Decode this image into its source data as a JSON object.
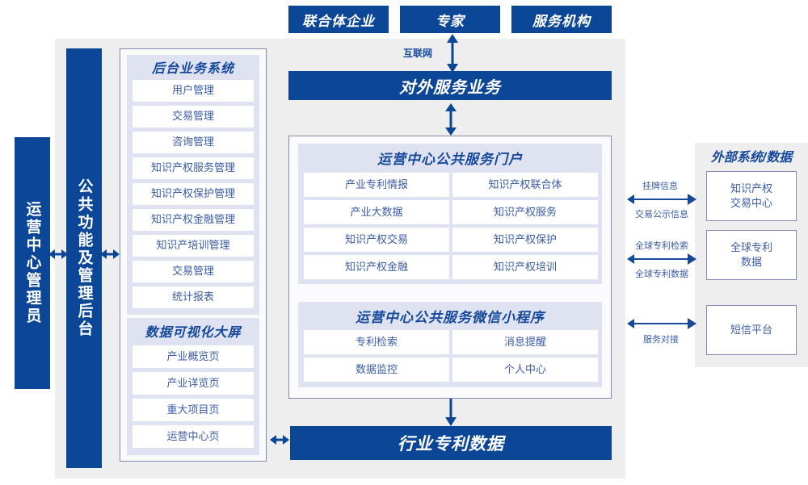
{
  "top_actors": [
    {
      "label": "联合体企业"
    },
    {
      "label": "专家"
    },
    {
      "label": "服务机构"
    }
  ],
  "internet_label": "互联网",
  "external_service_bar": "对外服务业务",
  "industry_data_bar": "行业专利数据",
  "left_bars": [
    {
      "label": "运营中心管理员"
    },
    {
      "label": "公共功能及管理后台"
    }
  ],
  "backend_system": {
    "title": "后台业务系统",
    "items": [
      "用户管理",
      "交易管理",
      "咨询管理",
      "知识产权服务管理",
      "知识产权保护管理",
      "知识产权金融管理",
      "知识产培训管理",
      "交易管理",
      "统计报表"
    ]
  },
  "visualization": {
    "title": "数据可视化大屏",
    "items": [
      "产业概览页",
      "产业详览页",
      "重大项目页",
      "运营中心页"
    ]
  },
  "portal": {
    "title": "运营中心公共服务门户",
    "items": [
      "产业专利情报",
      "知识产权联合体",
      "产业大数据",
      "知识产权服务",
      "知识产权交易",
      "知识产权保护",
      "知识产权金融",
      "知识产权培训"
    ]
  },
  "miniprogram": {
    "title": "运营中心公共服务微信小程序",
    "items": [
      "专利检索",
      "消息提醒",
      "数据监控",
      "个人中心"
    ]
  },
  "external": {
    "title": "外部系统/数据",
    "items": [
      {
        "label": "知识产权\n交易中心",
        "line1": "知识产权",
        "line2": "交易中心"
      },
      {
        "label": "全球专利\n数据",
        "line1": "全球专利",
        "line2": "数据"
      },
      {
        "label": "短信平台",
        "line1": "短信平台",
        "line2": ""
      }
    ],
    "connections": [
      {
        "above": "挂牌信息",
        "below": "交易公示信息"
      },
      {
        "above": "全球专利检索",
        "below": "全球专利数据"
      },
      {
        "above": "",
        "below": "服务对接"
      }
    ]
  },
  "colors": {
    "primary_blue": "#0b4697",
    "title_blue": "#16499b",
    "text_blue": "#3b5ca6",
    "lavender": "#dfe3f1",
    "panel_gray": "#eeeeee",
    "border_violet": "#8289b5"
  }
}
